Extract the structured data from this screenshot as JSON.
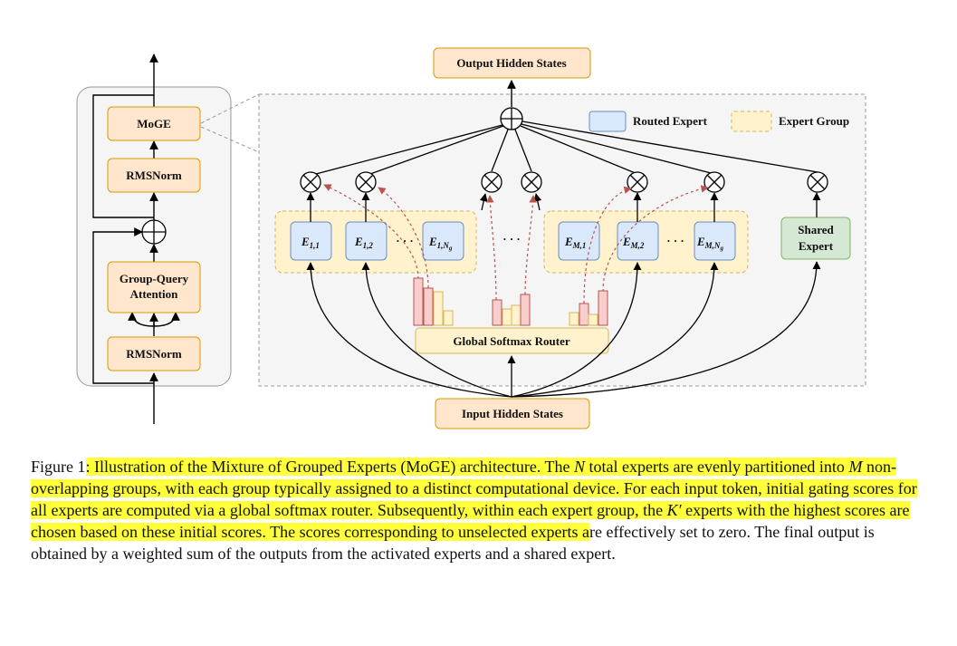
{
  "diagram": {
    "output_hidden_states": "Output Hidden States",
    "input_hidden_states": "Input Hidden States",
    "global_softmax_router": "Global Softmax Router",
    "legend": {
      "routed_expert": "Routed Expert",
      "expert_group": "Expert Group"
    },
    "colors": {
      "routed": "#dae8fc",
      "group": "#fff2cc",
      "module": "#ffe6cc",
      "shared": "#d5e8d4",
      "router_bar": "#f8cecc"
    },
    "block": {
      "moge": "MoGE",
      "rmsnorm_top": "RMSNorm",
      "gqa_line1": "Group-Query",
      "gqa_line2": "Attention",
      "rmsnorm_bottom": "RMSNorm"
    },
    "shared_expert": {
      "line1": "Shared",
      "line2": "Expert"
    },
    "experts": {
      "group1": [
        {
          "base": "E",
          "sub": "1,1"
        },
        {
          "base": "E",
          "sub": "1,2"
        },
        {
          "base": "E",
          "sub": "1,N"
        }
      ],
      "groupM": [
        {
          "base": "E",
          "sub": "M,1"
        },
        {
          "base": "E",
          "sub": "M,2"
        },
        {
          "base": "E",
          "sub": "M,N"
        }
      ],
      "sub_tail": "g",
      "ellipsis": "· · ·"
    }
  },
  "caption": {
    "lead": "Figure 1",
    "highlighted": ": Illustration of the Mixture of Grouped Experts (MoGE) architecture. The ",
    "N": "N",
    "t1": " total experts are evenly partitioned into ",
    "M": "M",
    "t2": " non-overlapping groups, with each group typically assigned to a distinct computational device. For each input token, initial gating scores for all experts are computed via a global softmax router. Subsequently, within each expert group, the ",
    "K": "K′",
    "t3": " experts with the highest scores are chosen based on these initial scores. The scores corresponding to unselected experts a",
    "rest": "re effectively set to zero. The final output is obtained by a weighted sum of the outputs from the activated experts and a shared expert."
  }
}
